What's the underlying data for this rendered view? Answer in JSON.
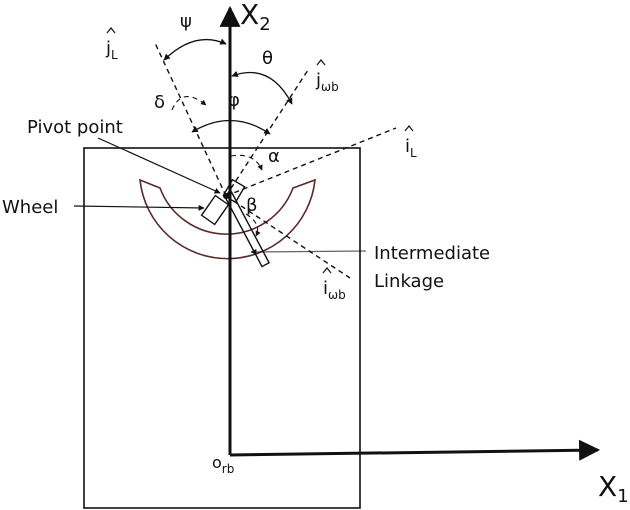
{
  "axes": {
    "x2": {
      "base": "X",
      "sub": "2"
    },
    "x1": {
      "base": "X",
      "sub": "1"
    }
  },
  "origin": {
    "base": "o",
    "sub": "rb"
  },
  "unit_vectors": {
    "jL": {
      "base": "j",
      "sub": "L"
    },
    "jwb": {
      "base": "j",
      "sub": "ωb"
    },
    "iL": {
      "base": "i",
      "sub": "L"
    },
    "iwb": {
      "base": "i",
      "sub": "ωb"
    }
  },
  "angles": {
    "psi": "ψ",
    "theta": "θ",
    "delta": "δ",
    "phi": "φ",
    "alpha": "α",
    "beta": "β"
  },
  "labels": {
    "pivot": "Pivot point",
    "wheel": "Wheel",
    "linkage_line1": "Intermediate",
    "linkage_line2": "Linkage"
  },
  "colors": {
    "ink": "#111111",
    "track": "#5a2a2a"
  }
}
